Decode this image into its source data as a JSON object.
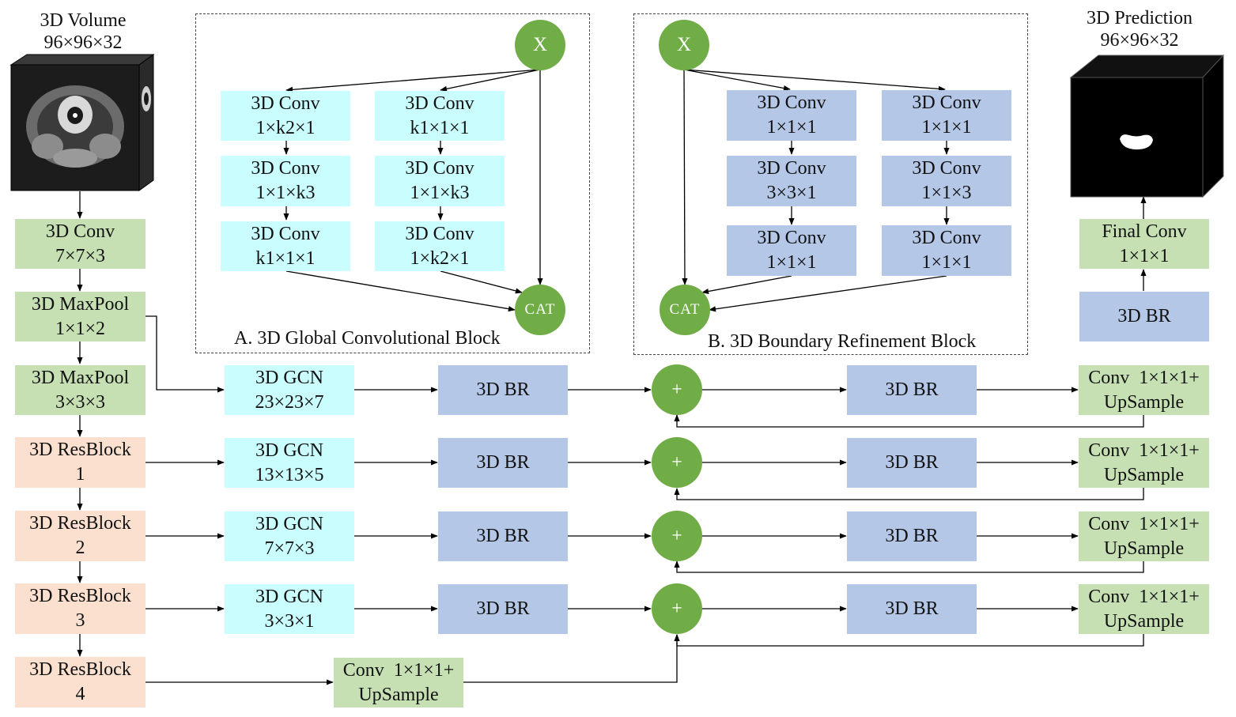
{
  "input": {
    "title": "3D Volume",
    "size": "96×96×32"
  },
  "output": {
    "title": "3D Prediction",
    "size": "96×96×32"
  },
  "encoder": {
    "conv": [
      "3D Conv",
      "7×7×3"
    ],
    "maxpool1": [
      "3D MaxPool",
      "1×1×2"
    ],
    "maxpool2": [
      "3D MaxPool",
      "3×3×3"
    ],
    "res1": [
      "3D ResBlock",
      "1"
    ],
    "res2": [
      "3D ResBlock",
      "2"
    ],
    "res3": [
      "3D ResBlock",
      "3"
    ],
    "res4": [
      "3D ResBlock",
      "4"
    ]
  },
  "gcn": [
    [
      "3D GCN",
      "23×23×7"
    ],
    [
      "3D GCN",
      "13×13×5"
    ],
    [
      "3D GCN",
      "7×7×3"
    ],
    [
      "3D GCN",
      "3×3×1"
    ]
  ],
  "br_label": "3D BR",
  "plus_symbol": "+",
  "upsample": [
    "Conv  1×1×1+",
    "UpSample"
  ],
  "bottom_upsample": [
    "Conv  1×1×1+",
    "UpSample"
  ],
  "final": {
    "conv": [
      "Final Conv",
      "1×1×1"
    ],
    "br": "3D BR"
  },
  "block_a": {
    "caption": "A. 3D Global Convolutional Block",
    "input": "X",
    "output": "CAT",
    "left": [
      [
        "3D Conv",
        "1×k2×1"
      ],
      [
        "3D Conv",
        "1×1×k3"
      ],
      [
        "3D Conv",
        "k1×1×1"
      ]
    ],
    "right": [
      [
        "3D Conv",
        "k1×1×1"
      ],
      [
        "3D Conv",
        "1×1×k3"
      ],
      [
        "3D Conv",
        "1×k2×1"
      ]
    ]
  },
  "block_b": {
    "caption": "B. 3D Boundary Refinement Block",
    "input": "X",
    "output": "CAT",
    "left": [
      [
        "3D Conv",
        "1×1×1"
      ],
      [
        "3D Conv",
        "3×3×1"
      ],
      [
        "3D Conv",
        "1×1×1"
      ]
    ],
    "right": [
      [
        "3D Conv",
        "1×1×1"
      ],
      [
        "3D Conv",
        "1×1×3"
      ],
      [
        "3D Conv",
        "1×1×1"
      ]
    ]
  },
  "colors": {
    "green": "#c6e0b4",
    "peach": "#fbe0cf",
    "cyan": "#c9fdfe",
    "blue": "#b4c7e7",
    "node": "#70ad47"
  }
}
